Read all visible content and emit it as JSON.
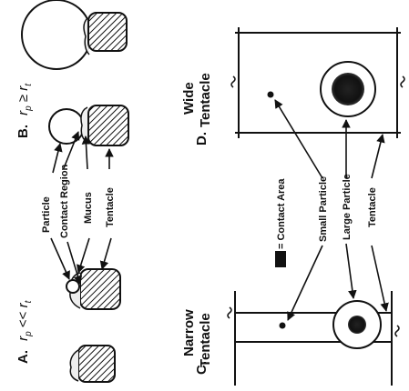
{
  "panelA": {
    "letter": "A.",
    "relation_main": "r",
    "relation_sub_p": "p",
    "relation_op": " << ",
    "relation_rhs": "r",
    "relation_sub_t": "t"
  },
  "panelB": {
    "letter": "B.",
    "relation_main": "r",
    "relation_sub_p": "p",
    "relation_op": " ≥ ",
    "relation_rhs": "r",
    "relation_sub_t": "t"
  },
  "panelC": {
    "letter": "C.",
    "title_line1": "Narrow",
    "title_line2": "Tentacle"
  },
  "panelD": {
    "letter": "D.",
    "title_line1": "Wide",
    "title_line2": "Tentacle"
  },
  "labels_AB": {
    "particle": "Particle",
    "contact_region": "Contact Region",
    "mucus": "Mucus",
    "tentacle": "Tentacle"
  },
  "labels_CD": {
    "contact_area_legend": "= Contact Area",
    "small_particle": "Small Particle",
    "large_particle": "Large Particle",
    "tentacle": "Tentacle"
  }
}
